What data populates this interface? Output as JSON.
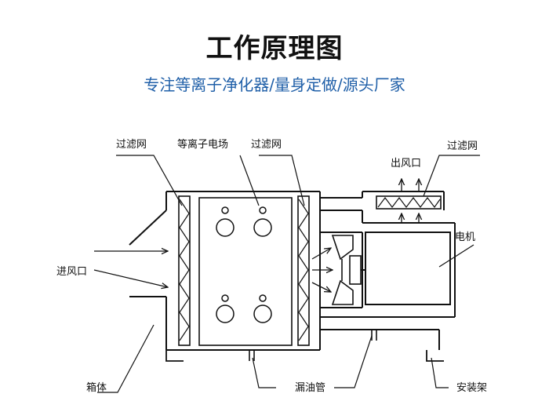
{
  "header": {
    "title": "工作原理图",
    "subtitle": "专注等离子净化器/量身定做/源头厂家"
  },
  "labels": {
    "filter_left": "过滤网",
    "plasma_field": "等离子电场",
    "filter_right": "过滤网",
    "filter_top": "过滤网",
    "outlet": "出风口",
    "motor": "电机",
    "inlet": "进风口",
    "cabinet": "箱体",
    "oil_drain": "漏油管",
    "mount": "安装架"
  },
  "colors": {
    "title": "#111111",
    "subtitle": "#1f5fa8",
    "line": "#111111"
  }
}
